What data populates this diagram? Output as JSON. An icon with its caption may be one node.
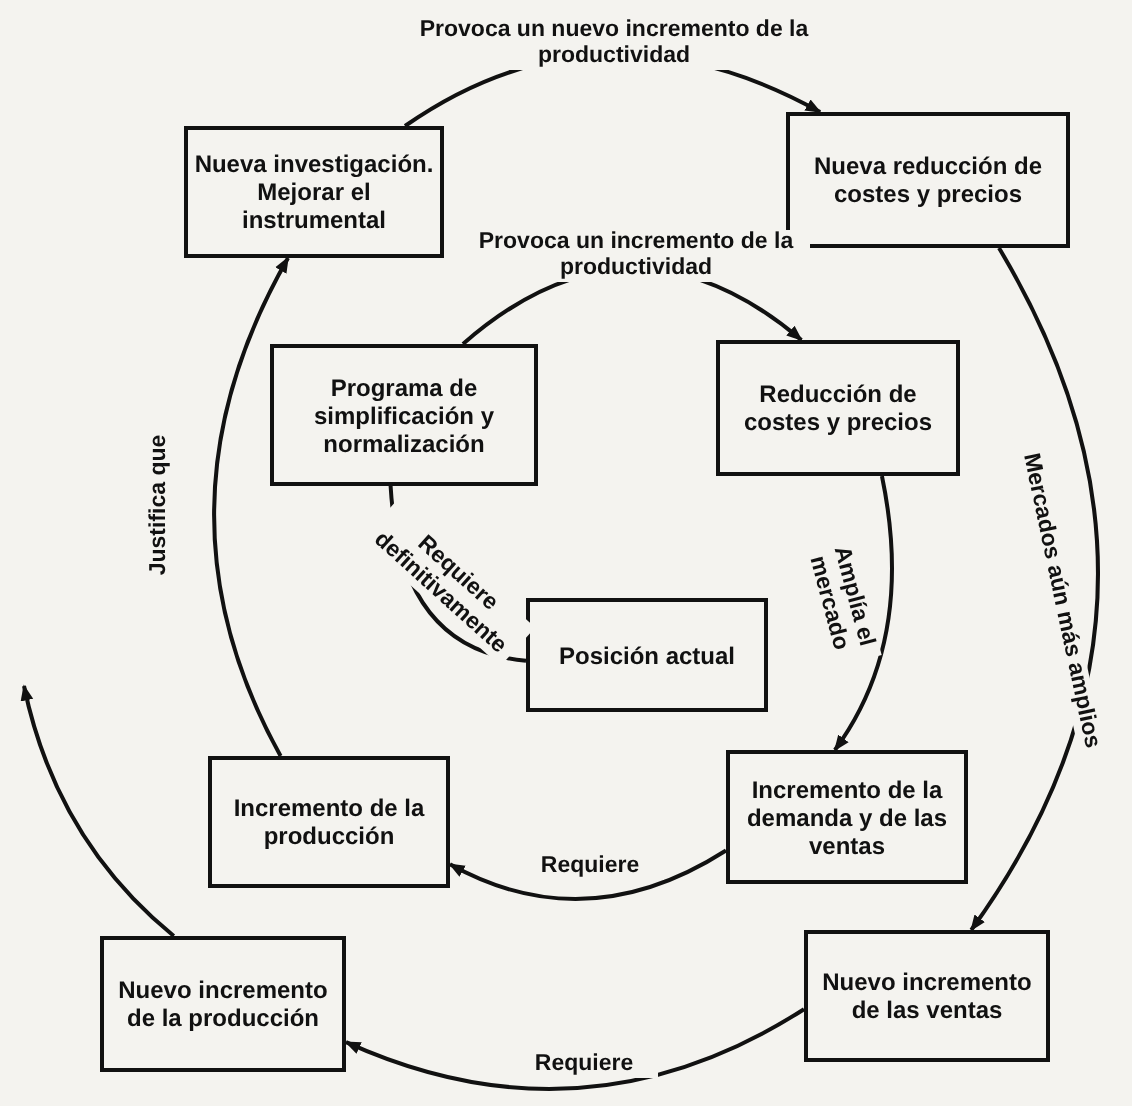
{
  "diagram": {
    "nodes": [
      {
        "text": [
          "Nueva investigación. Mejorar el instrumental"
        ]
      },
      {
        "text": [
          "Nueva reducción de costes y precios"
        ]
      },
      {
        "text": [
          "Programa de simplificación y normalización"
        ]
      },
      {
        "text": [
          "Reducción de costes y precios"
        ]
      },
      {
        "text": [
          "Posición actual"
        ]
      },
      {
        "text": [
          "Incremento de la producción"
        ]
      },
      {
        "text": [
          "Incremento de la demanda y de las ventas"
        ]
      },
      {
        "text": [
          "Nuevo incremento de la producción"
        ]
      },
      {
        "text": [
          "Nuevo incremento de las ventas"
        ]
      }
    ],
    "edges": [
      {
        "from": 0,
        "to": 1,
        "arrow": "to",
        "label": "Provoca un nuevo incremento de la productividad"
      },
      {
        "from": 2,
        "to": 3,
        "arrow": "to",
        "label": "Provoca un incremento de la productividad"
      },
      {
        "from": 4,
        "to": 2,
        "arrow": "none",
        "label": "Requiere definitivamente"
      },
      {
        "from": 3,
        "to": 6,
        "arrow": "to",
        "label": "Amplía el mercado"
      },
      {
        "from": 6,
        "to": 5,
        "arrow": "to",
        "label": "Requiere"
      },
      {
        "from": 5,
        "to": 0,
        "arrow": "to",
        "label": "Justifica que"
      },
      {
        "from": 1,
        "to": 8,
        "arrow": "to",
        "label": "Mercados aún más amplios"
      },
      {
        "from": 8,
        "to": 7,
        "arrow": "to",
        "label": "Requiere"
      },
      {
        "from": 7,
        "to": null,
        "arrow": "to"
      }
    ]
  }
}
